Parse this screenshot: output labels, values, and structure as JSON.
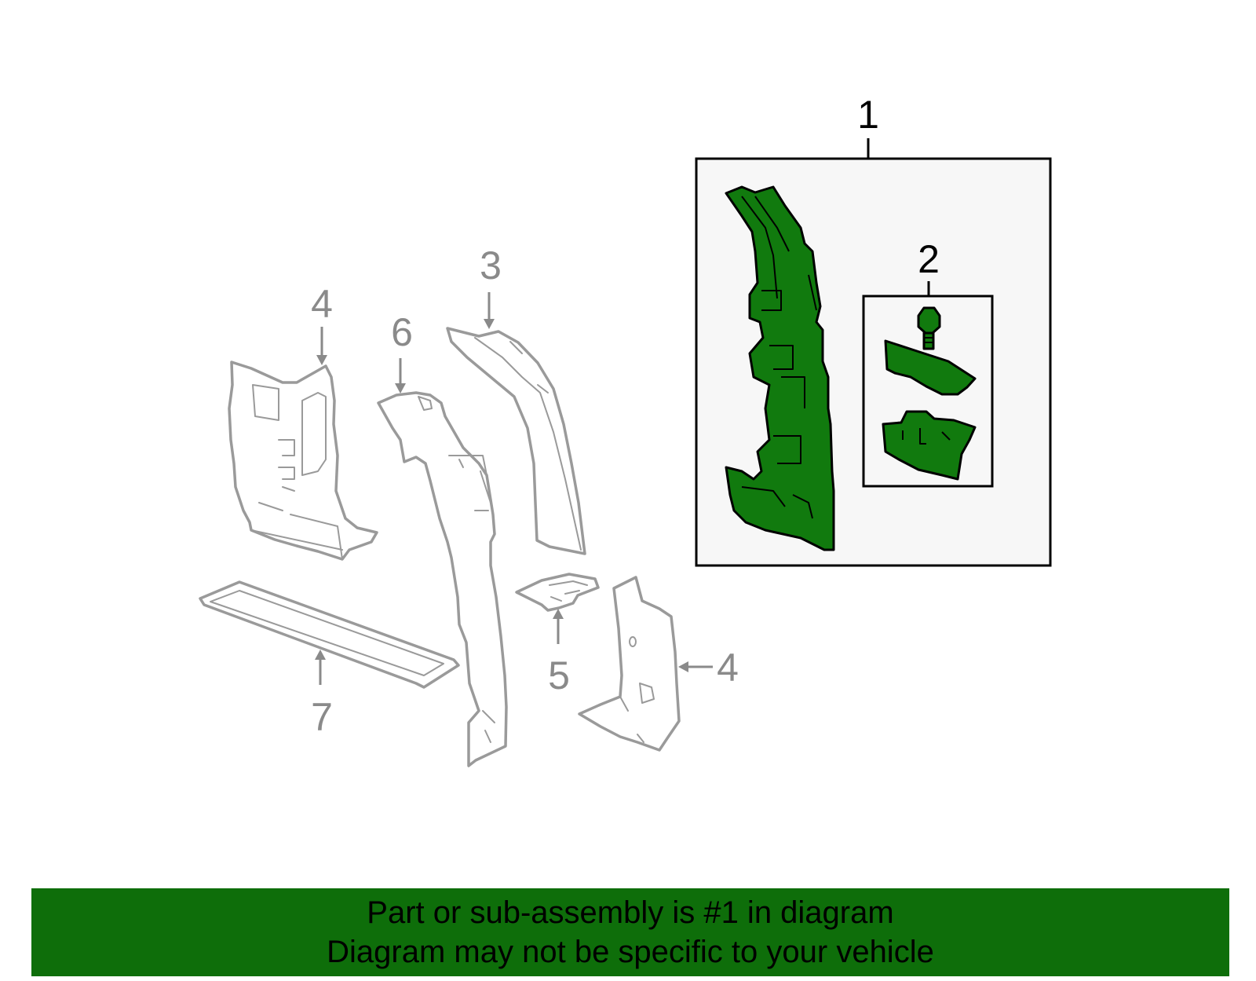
{
  "callouts": {
    "c1": "1",
    "c2": "2",
    "c3": "3",
    "c4a": "4",
    "c4b": "4",
    "c5": "5",
    "c6": "6",
    "c7": "7"
  },
  "banner": {
    "line1": "Part or sub-assembly is #1 in diagram",
    "line2": "Diagram may not be specific to your vehicle"
  },
  "colors": {
    "highlight_part": "#117a0e",
    "banner_background": "#0e6e0a",
    "context_part": "#9a9a9a",
    "callout_box_fill": "#f7f7f7"
  }
}
